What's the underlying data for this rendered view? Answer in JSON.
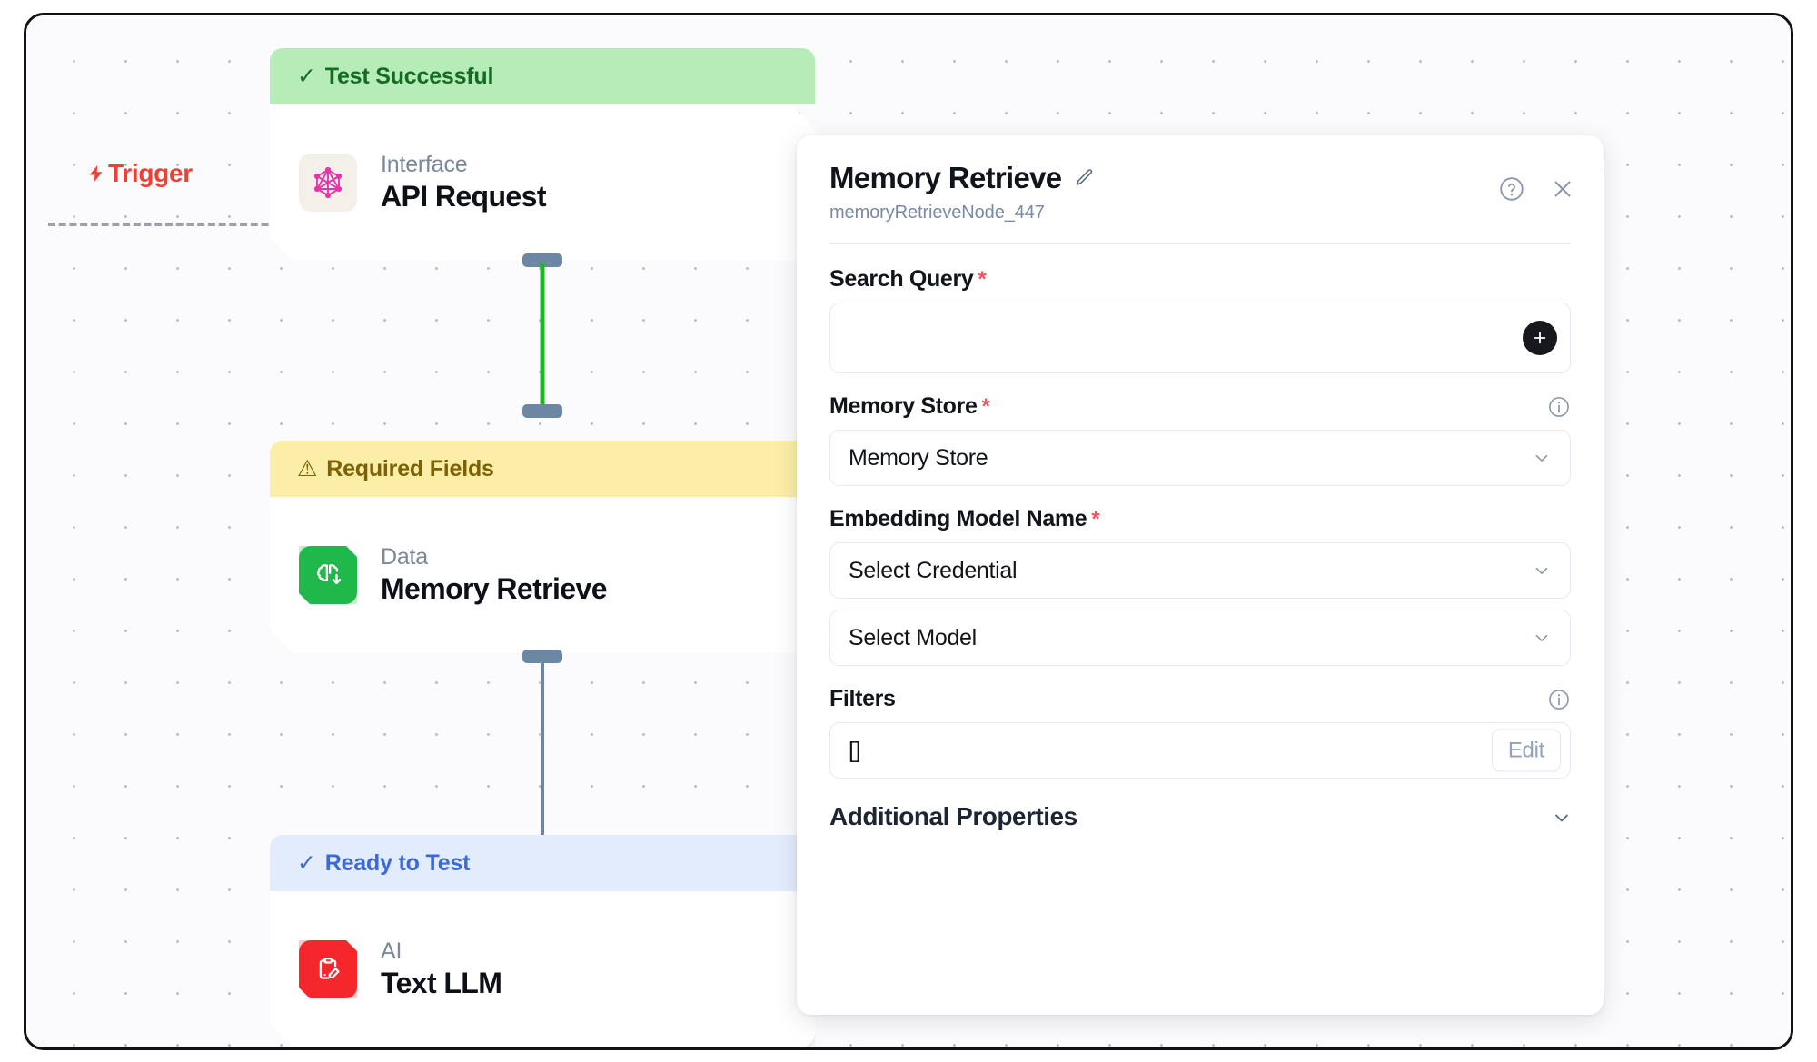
{
  "canvas": {
    "trigger": {
      "label": "Trigger",
      "icon": "lightning-bolt-icon",
      "color": "#ef4035"
    }
  },
  "flow_nodes": [
    {
      "banner": {
        "text": "Test Successful",
        "glyph": "✓",
        "state": "success"
      },
      "kind": "Interface",
      "title": "API Request",
      "icon": "graphql-icon"
    },
    {
      "banner": {
        "text": "Required Fields",
        "glyph": "⚠",
        "state": "warning"
      },
      "kind": "Data",
      "title": "Memory Retrieve",
      "icon": "brain-download-icon",
      "selected": true
    },
    {
      "banner": {
        "text": "Ready to Test",
        "glyph": "✓",
        "state": "ready"
      },
      "kind": "AI",
      "title": "Text LLM",
      "icon": "clipboard-pencil-icon"
    }
  ],
  "connectors": [
    {
      "from": "API Request",
      "to": "Memory Retrieve",
      "state": "active",
      "color": "#22b522"
    },
    {
      "from": "Memory Retrieve",
      "to": "Text LLM",
      "state": "inactive",
      "color": "#6b87a3"
    }
  ],
  "panel": {
    "title": "Memory Retrieve",
    "subtitle": "memoryRetrieveNode_447",
    "edit_title_icon": "pencil-icon",
    "help_icon": "question-circle-icon",
    "close_icon": "close-icon",
    "fields": [
      {
        "label": "Search Query",
        "required": true,
        "type": "textarea",
        "value": "",
        "placeholder": "",
        "action_icon": "plus-icon",
        "has_info": false
      },
      {
        "label": "Memory Store",
        "required": true,
        "type": "select",
        "value": "Memory Store",
        "has_info": true,
        "info_icon": "info-icon",
        "chevron": "chevron-down-icon"
      },
      {
        "label": "Embedding Model Name",
        "required": true,
        "type": "select-pair",
        "value": "Select Credential",
        "value2": "Select Model",
        "has_info": false,
        "chevron": "chevron-down-icon"
      },
      {
        "label": "Filters",
        "required": false,
        "type": "code",
        "value": "[]",
        "has_info": true,
        "info_icon": "info-icon",
        "button_label": "Edit"
      }
    ],
    "accordion": {
      "label": "Additional Properties",
      "chevron": "chevron-down-icon",
      "expanded": false
    }
  },
  "colors": {
    "success_bg": "#b6ecb8",
    "success_fg": "#166b24",
    "warning_bg": "#fbeea7",
    "warning_fg": "#7e6104",
    "ready_bg": "#e3ecfd",
    "ready_fg": "#3b69d6",
    "trigger": "#ef4035",
    "required_star": "#f2545b",
    "edge_active": "#22b522",
    "edge_inactive": "#6b87a3"
  }
}
